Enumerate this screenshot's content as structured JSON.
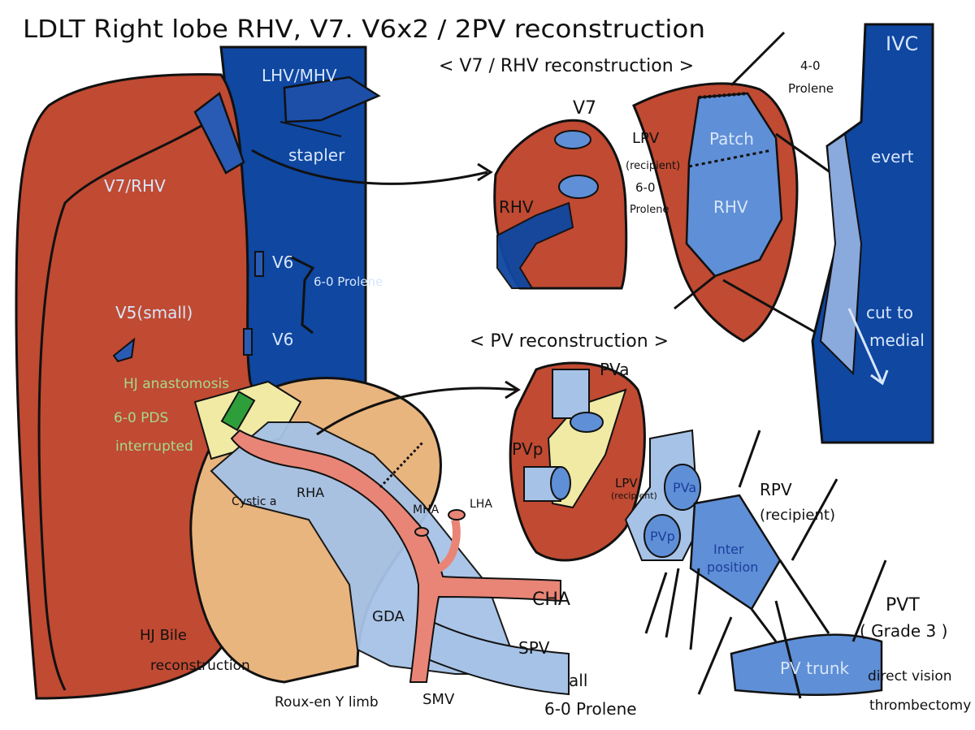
{
  "title": "LDLT  Right lobe RHV, V7. V6x2 / 2PV reconstruction",
  "subtitle_v7": "< V7 / RHV reconstruction >",
  "subtitle_pv": "< PV reconstruction >",
  "colors": {
    "liver": "#c04a32",
    "ivc": "#0f47a1",
    "light_vein": "#a6c2e6",
    "mid_vein": "#5f8fd6",
    "artery": "#e98576",
    "duodenum": "#e9b57e",
    "bile": "#f0eaa4",
    "graft_green": "#2e9e3a"
  },
  "labels": {
    "lhv_mhv": "LHV/MHV",
    "stapler": "stapler",
    "v7_rhv": "V7/RHV",
    "v6_top": "V6",
    "v6_bottom": "V6",
    "v6_prolene": "6-0 Prolene",
    "v5": "V5(small)",
    "hj_anastomosis": "HJ anastomosis",
    "pds": "6-0 PDS",
    "interrupted": "interrupted",
    "cystic_a": "Cystic a",
    "rha": "RHA",
    "mha": "MHA",
    "lha": "LHA",
    "cha": "CHA",
    "gda": "GDA",
    "spv": "SPV",
    "smv": "SMV",
    "hj_bile": "HJ Bile",
    "reconstruction": "reconstruction",
    "roux": "Roux-en Y limb",
    "v7": "V7",
    "rhv_small": "RHV",
    "lpv_recipient": "LPV",
    "recipient_paren": "(recipient)",
    "prolene_60_a": "6-0",
    "prolene_60_b": "Prolene",
    "prolene_40_a": "4-0",
    "prolene_40_b": "Prolene",
    "patch": "Patch",
    "rhv_big": "RHV",
    "ivc": "IVC",
    "evert": "evert",
    "cut_to": "cut to",
    "medial": "medial",
    "pva": "PVa",
    "pvp": "PVp",
    "lpv2": "LPV",
    "recipient2": "(recipient)",
    "pva2": "PVa",
    "pvp2": "PVp",
    "rpv": "RPV",
    "recipient3": "(recipient)",
    "interposition_a": "Inter",
    "interposition_b": "position",
    "pv_trunk": "PV trunk",
    "pvt": "PVT",
    "grade": "( Grade 3 )",
    "all": "all",
    "all_prolene": "6-0 Prolene",
    "direct_vision": "direct vision",
    "thrombectomy": "thrombectomy"
  }
}
